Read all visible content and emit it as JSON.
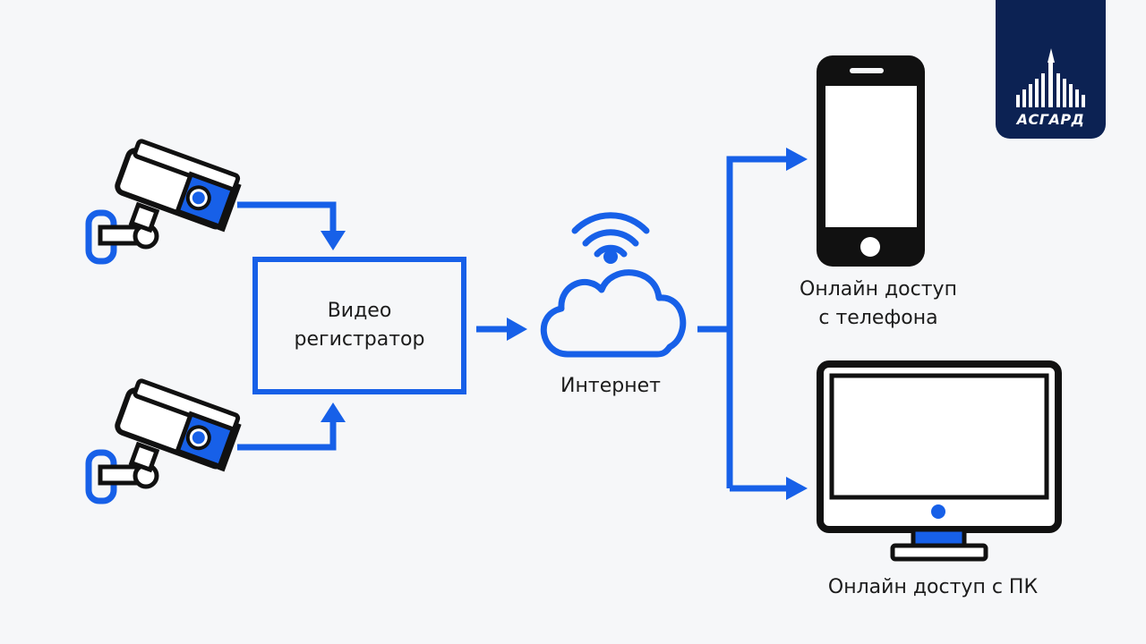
{
  "colors": {
    "accent": "#1760e8",
    "ink": "#111111",
    "background": "#f6f7f9",
    "logo_bg": "#0c2253"
  },
  "nodes": {
    "recorder": {
      "line1": "Видео",
      "line2": "регистратор"
    },
    "internet": {
      "label": "Интернет"
    },
    "phone": {
      "line1": "Онлайн доступ",
      "line2": "с телефона"
    },
    "pc": {
      "label": "Онлайн доступ с ПК"
    }
  },
  "icons": [
    "security-camera-icon",
    "wifi-icon",
    "cloud-icon",
    "smartphone-icon",
    "monitor-icon",
    "logo-icon"
  ],
  "logo": {
    "text": "АСГАРД"
  }
}
